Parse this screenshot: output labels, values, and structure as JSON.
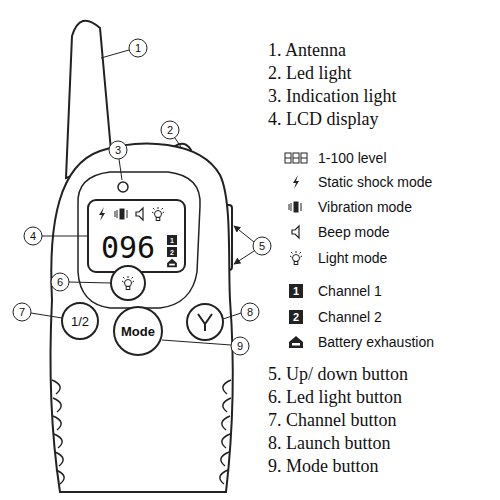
{
  "diagram": {
    "labels": [
      "1",
      "2",
      "3",
      "4",
      "5",
      "6",
      "7",
      "8",
      "9",
      "096",
      "1",
      "2",
      "1/2",
      "Mode",
      "1. Antenna",
      "2. Led light",
      "3. Indication light",
      "4. LCD display",
      "1-100 level",
      "Static shock mode",
      "Vibration mode",
      "Beep mode",
      "Light mode",
      "1",
      "Channel 1",
      "2",
      "Channel 2",
      "Battery exhaustion",
      "5. Up/ down button",
      "6. Led light button",
      "7. Channel button",
      "8. Launch button",
      "9. Mode button"
    ]
  }
}
